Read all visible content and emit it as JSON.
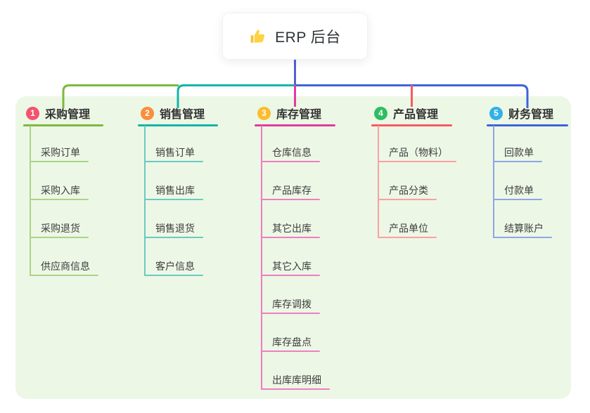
{
  "root": {
    "label": "ERP 后台",
    "icon": "thumbs-up-icon",
    "stem_color": "#5560d2"
  },
  "panel": {
    "color": "#edf7e6"
  },
  "branches": [
    {
      "num": "1",
      "title": "采购管理",
      "badge_color": "#f3536e",
      "line_color": "#7cb93f",
      "light_color": "#a9d585",
      "children": [
        "采购订单",
        "采购入库",
        "采购退货",
        "供应商信息"
      ]
    },
    {
      "num": "2",
      "title": "销售管理",
      "badge_color": "#f98e3d",
      "line_color": "#13b5a9",
      "light_color": "#6cc9c0",
      "children": [
        "销售订单",
        "销售出库",
        "销售退货",
        "客户信息"
      ]
    },
    {
      "num": "3",
      "title": "库存管理",
      "badge_color": "#fbbd2e",
      "line_color": "#e23a9f",
      "light_color": "#ee7ec2",
      "children": [
        "仓库信息",
        "产品库存",
        "其它出库",
        "其它入库",
        "库存调拨",
        "库存盘点",
        "出库库明细"
      ]
    },
    {
      "num": "4",
      "title": "产品管理",
      "badge_color": "#2dbe60",
      "line_color": "#f9595f",
      "light_color": "#fba0a2",
      "children": [
        "产品（物料）",
        "产品分类",
        "产品单位"
      ]
    },
    {
      "num": "5",
      "title": "财务管理",
      "badge_color": "#31b1e8",
      "line_color": "#3e64d9",
      "light_color": "#8ea6e5",
      "children": [
        "回款单",
        "付款单",
        "结算账户"
      ]
    }
  ]
}
